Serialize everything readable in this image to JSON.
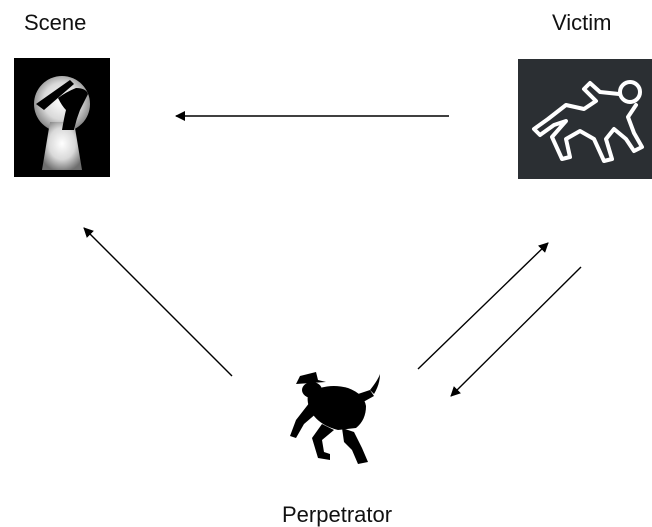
{
  "nodes": {
    "scene": {
      "label": "Scene",
      "icon": "keyhole-knife-icon"
    },
    "victim": {
      "label": "Victim",
      "icon": "body-outline-icon"
    },
    "perpetrator": {
      "label": "Perpetrator",
      "icon": "burglar-with-knife-icon"
    }
  },
  "edges": [
    {
      "from": "victim",
      "to": "scene"
    },
    {
      "from": "perpetrator",
      "to": "scene"
    },
    {
      "from": "perpetrator",
      "to": "victim"
    },
    {
      "from": "victim",
      "to": "perpetrator"
    }
  ],
  "colors": {
    "arrow": "#000000",
    "victim_background": "#2b2f33",
    "outline": "#ffffff"
  }
}
